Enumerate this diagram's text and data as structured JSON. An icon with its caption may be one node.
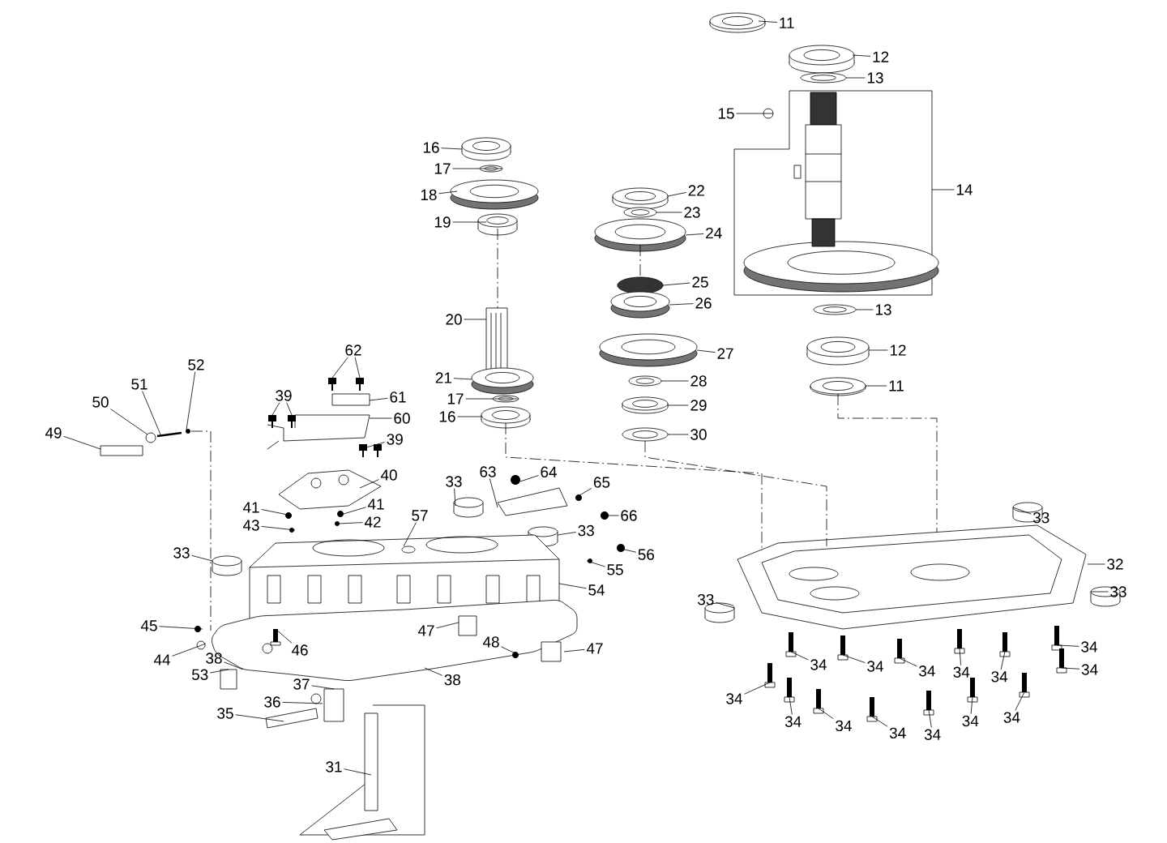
{
  "diagram": {
    "nodes": [
      {
        "text": [
          "11"
        ]
      },
      {
        "text": [
          "12"
        ]
      },
      {
        "text": [
          "13"
        ]
      },
      {
        "text": [
          "15"
        ]
      },
      {
        "text": [
          "14"
        ]
      },
      {
        "text": [
          "13"
        ]
      },
      {
        "text": [
          "12"
        ]
      },
      {
        "text": [
          "11"
        ]
      },
      {
        "text": [
          "22"
        ]
      },
      {
        "text": [
          "23"
        ]
      },
      {
        "text": [
          "24"
        ]
      },
      {
        "text": [
          "25"
        ]
      },
      {
        "text": [
          "26"
        ]
      },
      {
        "text": [
          "27"
        ]
      },
      {
        "text": [
          "28"
        ]
      },
      {
        "text": [
          "29"
        ]
      },
      {
        "text": [
          "30"
        ]
      },
      {
        "text": [
          "16"
        ]
      },
      {
        "text": [
          "17"
        ]
      },
      {
        "text": [
          "18"
        ]
      },
      {
        "text": [
          "19"
        ]
      },
      {
        "text": [
          "20"
        ]
      },
      {
        "text": [
          "21"
        ]
      },
      {
        "text": [
          "17"
        ]
      },
      {
        "text": [
          "16"
        ]
      },
      {
        "text": [
          "62"
        ]
      },
      {
        "text": [
          "39"
        ]
      },
      {
        "text": [
          "61"
        ]
      },
      {
        "text": [
          "60"
        ]
      },
      {
        "text": [
          "39"
        ]
      },
      {
        "text": [
          "40"
        ]
      },
      {
        "text": [
          "41"
        ]
      },
      {
        "text": [
          "41"
        ]
      },
      {
        "text": [
          "43"
        ]
      },
      {
        "text": [
          "42"
        ]
      },
      {
        "text": [
          "57"
        ]
      },
      {
        "text": [
          "33"
        ]
      },
      {
        "text": [
          "33"
        ]
      },
      {
        "text": [
          "63"
        ]
      },
      {
        "text": [
          "64"
        ]
      },
      {
        "text": [
          "65"
        ]
      },
      {
        "text": [
          "66"
        ]
      },
      {
        "text": [
          "33"
        ]
      },
      {
        "text": [
          "56"
        ]
      },
      {
        "text": [
          "55"
        ]
      },
      {
        "text": [
          "54"
        ]
      },
      {
        "text": [
          "45"
        ]
      },
      {
        "text": [
          "44"
        ]
      },
      {
        "text": [
          "38"
        ]
      },
      {
        "text": [
          "46"
        ],
        "in": 131
      },
      {
        "text": [
          "53"
        ]
      },
      {
        "text": [
          "47"
        ],
        "in": 131
      },
      {
        "text": [
          "38"
        ]
      },
      {
        "text": [
          "48"
        ],
        "in": 131
      },
      {
        "text": [
          "47"
        ]
      },
      {
        "text": [
          "37"
        ]
      },
      {
        "text": [
          "36"
        ]
      },
      {
        "text": [
          "35"
        ]
      },
      {
        "text": [
          "31"
        ],
        "in": 140
      },
      {
        "text": [
          "50"
        ]
      },
      {
        "text": [
          "51"
        ]
      },
      {
        "text": [
          "52"
        ]
      },
      {
        "text": [
          "49"
        ]
      },
      {
        "text": [
          "33"
        ]
      },
      {
        "text": [
          "32"
        ]
      },
      {
        "text": [
          "33"
        ]
      },
      {
        "text": [
          "33"
        ]
      },
      {
        "text": [
          "34"
        ]
      },
      {
        "text": [
          "34"
        ]
      },
      {
        "text": [
          "34"
        ]
      },
      {
        "text": [
          "34"
        ]
      },
      {
        "text": [
          "34"
        ]
      },
      {
        "text": [
          "34"
        ]
      },
      {
        "text": [
          "34"
        ]
      },
      {
        "text": [
          "34"
        ]
      },
      {
        "text": [
          "34"
        ]
      },
      {
        "text": [
          "34"
        ]
      },
      {
        "text": [
          "34"
        ]
      },
      {
        "text": [
          "34"
        ]
      },
      {
        "text": [
          "34"
        ]
      },
      {
        "text": [
          "34"
        ]
      },
      {
        "text": [],
        "shape": "picture"
      },
      {
        "text": [],
        "shape": "picture"
      },
      {
        "text": [],
        "shape": "picture"
      },
      {
        "text": [],
        "shape": "circle",
        "in": 85
      },
      {
        "text": [],
        "shape": "picture"
      },
      {
        "text": [],
        "shape": "picture"
      },
      {
        "text": [],
        "shape": "picture"
      },
      {
        "text": [],
        "shape": "picture"
      },
      {
        "text": [],
        "shape": "picture"
      },
      {
        "text": [],
        "shape": "picture"
      },
      {
        "text": [],
        "shape": "picture"
      },
      {
        "text": [],
        "shape": "circle"
      },
      {
        "text": [],
        "shape": "picture"
      },
      {
        "text": [],
        "shape": "picture"
      },
      {
        "text": [],
        "shape": "picture"
      },
      {
        "text": [],
        "shape": "picture"
      },
      {
        "text": [],
        "shape": "picture"
      },
      {
        "text": [],
        "shape": "picture"
      },
      {
        "text": [],
        "shape": "picture"
      },
      {
        "text": [],
        "shape": "picture"
      },
      {
        "text": [],
        "shape": "picture"
      },
      {
        "text": [],
        "shape": "picture"
      },
      {
        "text": [],
        "shape": "picture"
      },
      {
        "text": [],
        "shape": "picture"
      },
      {
        "text": [],
        "shape": "picture"
      },
      {
        "text": [],
        "shape": "picture"
      },
      {
        "text": [],
        "shape": "picture"
      },
      {
        "text": [],
        "shape": "picture",
        "in": 111
      },
      {
        "text": [],
        "shape": "picture",
        "in": 111
      },
      {
        "text": [],
        "shape": "box"
      },
      {
        "text": [],
        "shape": "picture"
      },
      {
        "text": [],
        "shape": "picture"
      },
      {
        "text": [],
        "shape": "picture"
      },
      {
        "text": [],
        "shape": "picture"
      },
      {
        "text": [],
        "shape": "picture"
      },
      {
        "text": [],
        "shape": "picture"
      },
      {
        "text": [],
        "shape": "picture"
      },
      {
        "text": [],
        "shape": "picture",
        "in": 128
      },
      {
        "text": [],
        "shape": "cylinder"
      },
      {
        "text": [],
        "shape": "cylinder"
      },
      {
        "text": [],
        "shape": "picture"
      },
      {
        "text": [],
        "shape": "picture"
      },
      {
        "text": [],
        "shape": "picture"
      },
      {
        "text": [],
        "shape": "picture"
      },
      {
        "text": [],
        "shape": "cylinder"
      },
      {
        "text": [],
        "shape": "picture"
      },
      {
        "text": [],
        "shape": "picture"
      },
      {
        "text": [],
        "shape": "picture"
      },
      {
        "text": [],
        "shape": "picture"
      },
      {
        "text": [],
        "shape": "circle"
      },
      {
        "text": [],
        "shape": "picture"
      },
      {
        "text": [],
        "shape": "picture",
        "in": 131
      },
      {
        "text": [],
        "shape": "box"
      },
      {
        "text": [],
        "shape": "box",
        "in": 131
      },
      {
        "text": [],
        "shape": "picture",
        "in": 131
      },
      {
        "text": [],
        "shape": "box",
        "in": 131
      },
      {
        "text": [],
        "shape": "box"
      },
      {
        "text": [],
        "shape": "circle"
      },
      {
        "text": [],
        "shape": "box"
      },
      {
        "text": [],
        "shape": "picture"
      },
      {
        "text": [],
        "shape": "circle"
      },
      {
        "text": [],
        "shape": "picture"
      },
      {
        "text": [],
        "shape": "picture"
      },
      {
        "text": [],
        "shape": "box"
      },
      {
        "text": [],
        "shape": "cylinder"
      },
      {
        "text": [],
        "shape": "picture"
      },
      {
        "text": [],
        "shape": "cylinder"
      },
      {
        "text": [],
        "shape": "cylinder"
      },
      {
        "text": [],
        "shape": "picture"
      },
      {
        "text": [],
        "shape": "picture"
      },
      {
        "text": [],
        "shape": "picture"
      },
      {
        "text": [],
        "shape": "picture"
      },
      {
        "text": [],
        "shape": "picture"
      },
      {
        "text": [],
        "shape": "picture"
      },
      {
        "text": [],
        "shape": "picture"
      },
      {
        "text": [],
        "shape": "picture"
      },
      {
        "text": [],
        "shape": "picture"
      },
      {
        "text": [],
        "shape": "picture"
      },
      {
        "text": [],
        "shape": "picture"
      },
      {
        "text": [],
        "shape": "picture"
      },
      {
        "text": [],
        "shape": "picture"
      },
      {
        "text": [],
        "shape": "picture"
      }
    ],
    "edges": [
      {
        "from": 0,
        "to": 81,
        "arrow": "none"
      },
      {
        "from": 1,
        "to": 82,
        "arrow": "none"
      },
      {
        "from": 2,
        "to": 83,
        "arrow": "none"
      },
      {
        "from": 3,
        "to": 84,
        "arrow": "none"
      },
      {
        "from": 4,
        "to": 85,
        "arrow": "none"
      },
      {
        "from": 5,
        "to": 86,
        "arrow": "none"
      },
      {
        "from": 6,
        "to": 87,
        "arrow": "none"
      },
      {
        "from": 7,
        "to": 88,
        "arrow": "none"
      },
      {
        "from": 8,
        "to": 89,
        "arrow": "none"
      },
      {
        "from": 9,
        "to": 90,
        "arrow": "none"
      },
      {
        "from": 10,
        "to": 91,
        "arrow": "none"
      },
      {
        "from": 11,
        "to": 92,
        "arrow": "none"
      },
      {
        "from": 12,
        "to": 93,
        "arrow": "none"
      },
      {
        "from": 13,
        "to": 94,
        "arrow": "none"
      },
      {
        "from": 14,
        "to": 95,
        "arrow": "none"
      },
      {
        "from": 15,
        "to": 96,
        "arrow": "none"
      },
      {
        "from": 16,
        "to": 97,
        "arrow": "none"
      },
      {
        "from": 17,
        "to": 98,
        "arrow": "none"
      },
      {
        "from": 18,
        "to": 99,
        "arrow": "none"
      },
      {
        "from": 19,
        "to": 100,
        "arrow": "none"
      },
      {
        "from": 20,
        "to": 101,
        "arrow": "none"
      },
      {
        "from": 21,
        "to": 102,
        "arrow": "none"
      },
      {
        "from": 22,
        "to": 103,
        "arrow": "none"
      },
      {
        "from": 23,
        "to": 104,
        "arrow": "none"
      },
      {
        "from": 24,
        "to": 105,
        "arrow": "none"
      },
      {
        "from": 25,
        "to": 106,
        "arrow": "none"
      },
      {
        "from": 25,
        "to": 107,
        "arrow": "none"
      },
      {
        "from": 26,
        "to": 108,
        "arrow": "none"
      },
      {
        "from": 26,
        "to": 109,
        "arrow": "none"
      },
      {
        "from": 27,
        "to": 110,
        "arrow": "none"
      },
      {
        "from": 28,
        "to": 111,
        "arrow": "none"
      },
      {
        "from": 29,
        "to": 112,
        "arrow": "none"
      },
      {
        "from": 30,
        "to": 113,
        "arrow": "none"
      },
      {
        "from": 31,
        "to": 114,
        "arrow": "none"
      },
      {
        "from": 32,
        "to": 115,
        "arrow": "none"
      },
      {
        "from": 33,
        "to": 116,
        "arrow": "none"
      },
      {
        "from": 34,
        "to": 117,
        "arrow": "none"
      },
      {
        "from": 35,
        "to": 118,
        "arrow": "none"
      },
      {
        "from": 36,
        "to": 119,
        "arrow": "none"
      },
      {
        "from": 37,
        "to": 120,
        "arrow": "none"
      },
      {
        "from": 38,
        "to": 121,
        "arrow": "none"
      },
      {
        "from": 39,
        "to": 122,
        "arrow": "none"
      },
      {
        "from": 40,
        "to": 123,
        "arrow": "none"
      },
      {
        "from": 41,
        "to": 124,
        "arrow": "none"
      },
      {
        "from": 42,
        "to": 125,
        "arrow": "none"
      },
      {
        "from": 43,
        "to": 126,
        "arrow": "none"
      },
      {
        "from": 44,
        "to": 127,
        "arrow": "none"
      },
      {
        "from": 45,
        "to": 128,
        "arrow": "none"
      },
      {
        "from": 46,
        "to": 129,
        "arrow": "none"
      },
      {
        "from": 47,
        "to": 130,
        "arrow": "none"
      },
      {
        "from": 48,
        "to": 131,
        "arrow": "none"
      },
      {
        "from": 49,
        "to": 132,
        "arrow": "none"
      },
      {
        "from": 50,
        "to": 133,
        "arrow": "none"
      },
      {
        "from": 51,
        "to": 134,
        "arrow": "none"
      },
      {
        "from": 52,
        "to": 131,
        "arrow": "none"
      },
      {
        "from": 53,
        "to": 135,
        "arrow": "none"
      },
      {
        "from": 54,
        "to": 136,
        "arrow": "none"
      },
      {
        "from": 55,
        "to": 137,
        "arrow": "none"
      },
      {
        "from": 56,
        "to": 138,
        "arrow": "none"
      },
      {
        "from": 57,
        "to": 139,
        "arrow": "none"
      },
      {
        "from": 58,
        "to": 140,
        "arrow": "none"
      },
      {
        "from": 59,
        "to": 141,
        "arrow": "none"
      },
      {
        "from": 60,
        "to": 142,
        "arrow": "none"
      },
      {
        "from": 61,
        "to": 143,
        "arrow": "none"
      },
      {
        "from": 62,
        "to": 144,
        "arrow": "none"
      },
      {
        "from": 63,
        "to": 145,
        "arrow": "none"
      },
      {
        "from": 64,
        "to": 146,
        "arrow": "none"
      },
      {
        "from": 65,
        "to": 147,
        "arrow": "none"
      },
      {
        "from": 66,
        "to": 148,
        "arrow": "none"
      },
      {
        "from": 67,
        "to": 149,
        "arrow": "none"
      },
      {
        "from": 68,
        "to": 150,
        "arrow": "none"
      },
      {
        "from": 69,
        "to": 151,
        "arrow": "none"
      },
      {
        "from": 70,
        "to": 152,
        "arrow": "none"
      },
      {
        "from": 71,
        "to": 153,
        "arrow": "none"
      },
      {
        "from": 72,
        "to": 154,
        "arrow": "none"
      },
      {
        "from": 73,
        "to": 155,
        "arrow": "none"
      },
      {
        "from": 74,
        "to": 156,
        "arrow": "none"
      },
      {
        "from": 75,
        "to": 157,
        "arrow": "none"
      },
      {
        "from": 76,
        "to": 158,
        "arrow": "none"
      },
      {
        "from": 77,
        "to": 159,
        "arrow": "none"
      },
      {
        "from": 78,
        "to": 160,
        "arrow": "none"
      },
      {
        "from": 79,
        "to": 161,
        "arrow": "none"
      },
      {
        "from": 80,
        "to": 162,
        "arrow": "none"
      },
      {
        "from": 97,
        "to": 146,
        "arrow": "none",
        "style": "dashed"
      },
      {
        "from": 105,
        "to": 146,
        "arrow": "none",
        "style": "dashed"
      },
      {
        "from": 101,
        "to": 102,
        "arrow": "none",
        "style": "dashed"
      },
      {
        "from": 91,
        "to": 92,
        "arrow": "none",
        "style": "dashed"
      },
      {
        "from": 88,
        "to": 146,
        "arrow": "none",
        "style": "dashed"
      },
      {
        "from": 143,
        "to": 131,
        "arrow": "none",
        "style": "dashed"
      }
    ]
  }
}
